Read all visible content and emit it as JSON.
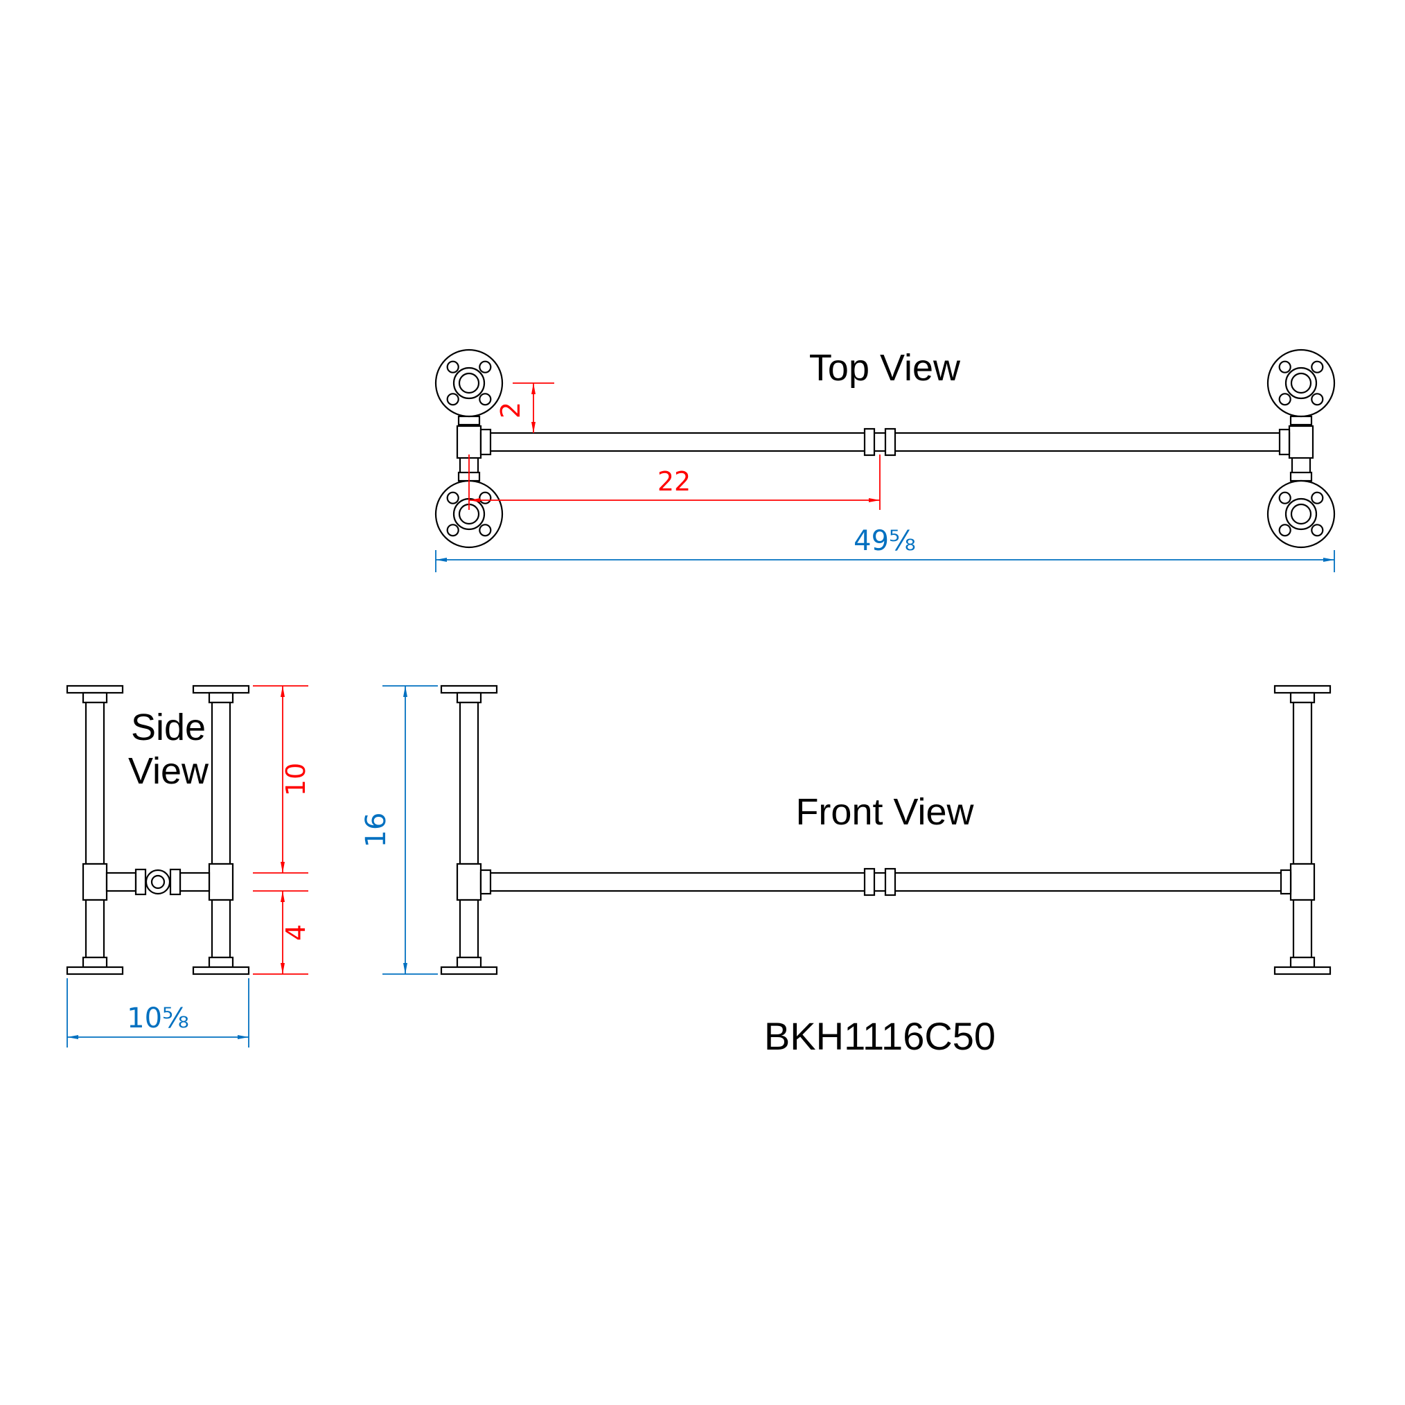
{
  "colors": {
    "background": "#ffffff",
    "line": "#000000",
    "dim-red": "#ff0000",
    "dim-blue": "#0070c0"
  },
  "drawing": {
    "part_number": "BKH1116C50",
    "views": {
      "top": {
        "label": "Top View"
      },
      "side": {
        "label_line1": "Side",
        "label_line2": "View"
      },
      "front": {
        "label": "Front View"
      }
    },
    "dimensions": {
      "top": {
        "crossbar_offset": "2",
        "leg_center_to_middle": "22",
        "overall_length": "49⅝"
      },
      "side": {
        "upper_height": "10",
        "lower_height": "4",
        "overall_depth": "10⅝"
      },
      "front": {
        "overall_height": "16"
      }
    }
  }
}
